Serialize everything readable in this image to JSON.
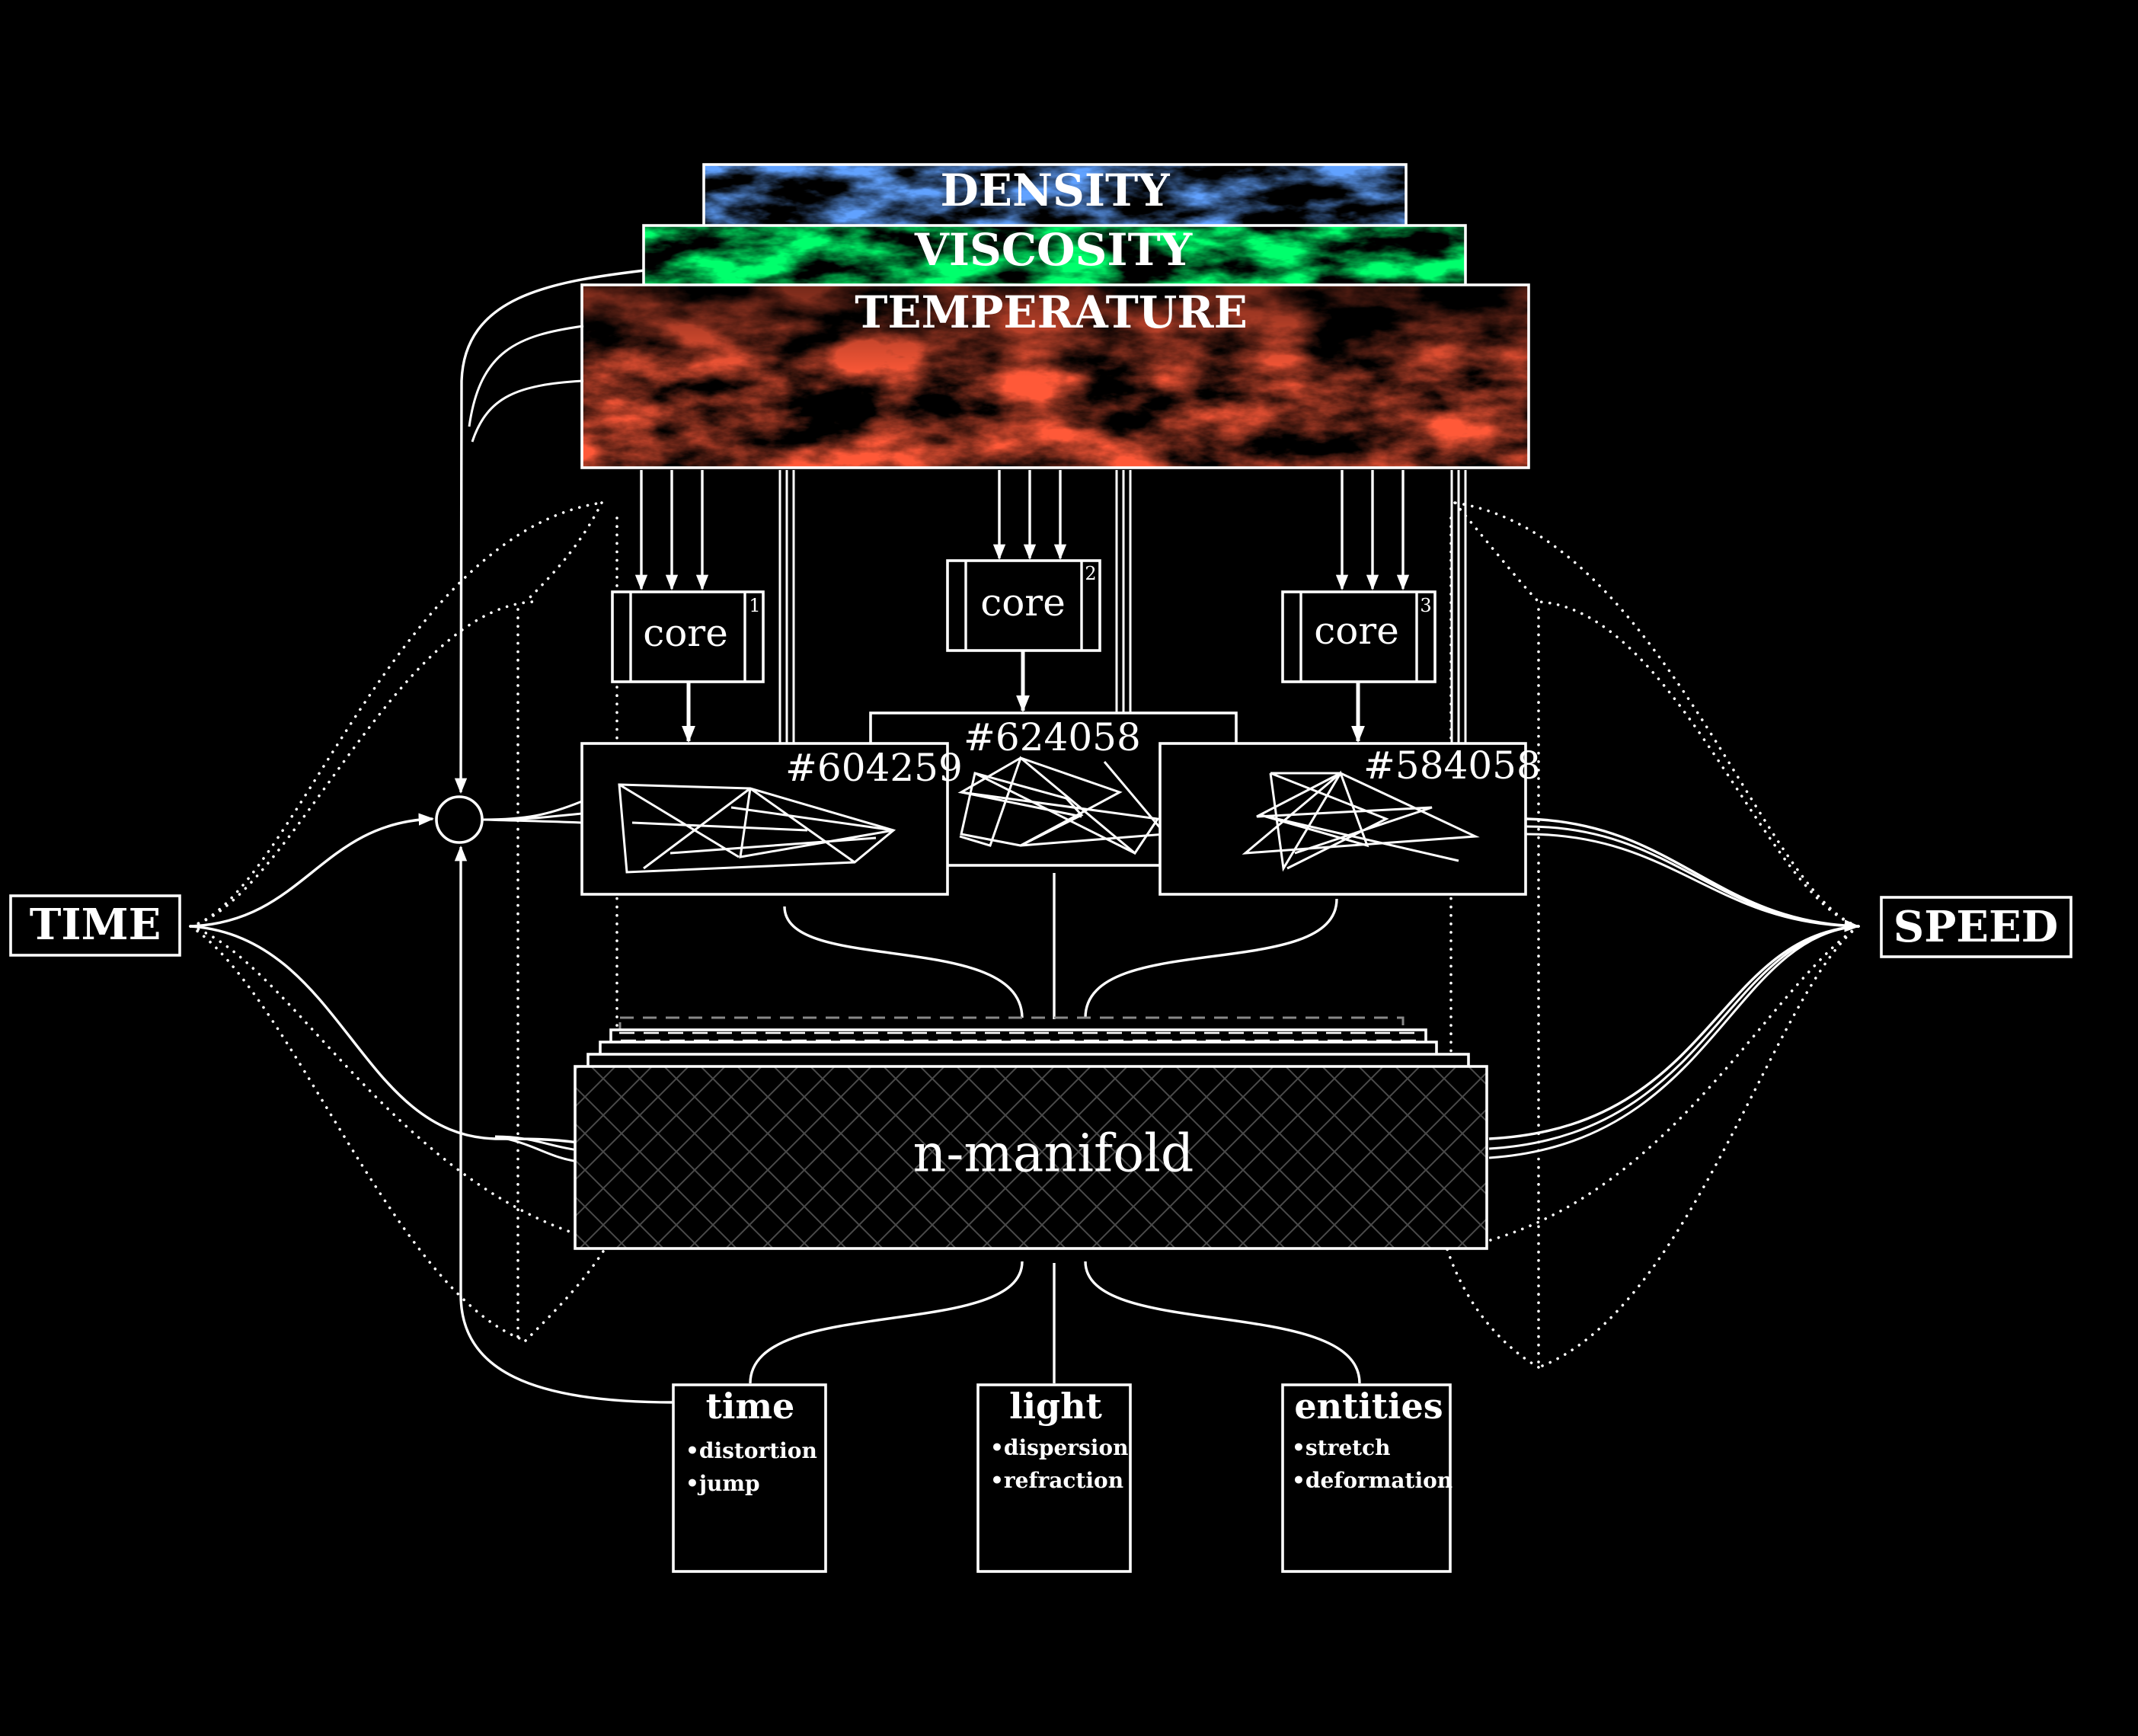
{
  "fields": {
    "density": "DENSITY",
    "viscosity": "VISCOSITY",
    "temperature": "TEMPERATURE"
  },
  "cores": [
    {
      "label": "core",
      "index": "1"
    },
    {
      "label": "core",
      "index": "2"
    },
    {
      "label": "core",
      "index": "3"
    }
  ],
  "states": [
    {
      "id": "#604259"
    },
    {
      "id": "#624058"
    },
    {
      "id": "#584058"
    }
  ],
  "inputs": {
    "time": "TIME",
    "speed": "SPEED"
  },
  "manifold": {
    "label": "n-manifold"
  },
  "effects": [
    {
      "title": "time",
      "bullets": [
        "•distortion",
        "•jump"
      ]
    },
    {
      "title": "light",
      "bullets": [
        "•dispersion",
        "•refraction"
      ]
    },
    {
      "title": "entities",
      "bullets": [
        "•stretch",
        "•deformation"
      ]
    }
  ],
  "colors": {
    "background": "#000000",
    "stroke": "#ffffff",
    "density": "#1f5cff",
    "viscosity": "#00ff26",
    "temperature": "#ff1a0a"
  }
}
